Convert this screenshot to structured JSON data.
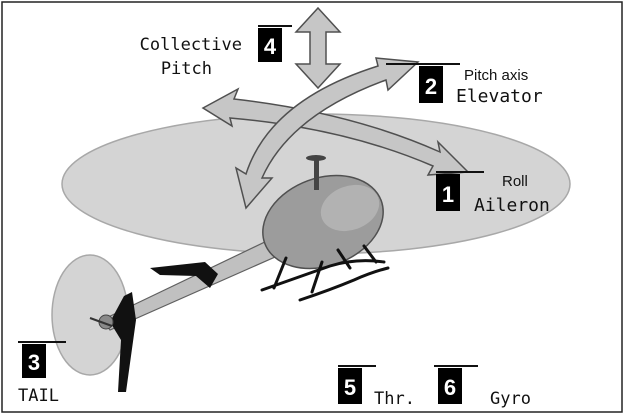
{
  "diagram": {
    "colors": {
      "background": "#ffffff",
      "frame": "#222222",
      "disc": "#d4d4d4",
      "disc_stroke": "#a8a8a8",
      "arrow_fill": "#c6c6c6",
      "arrow_stroke": "#505050",
      "body": "#9c9c9c",
      "dark": "#111111",
      "badge_bg": "#000000",
      "badge_text": "#ffffff"
    },
    "controls": [
      {
        "channel": "4",
        "line1": "Collective",
        "line2": "Pitch",
        "icon": "vertical-double-arrow-icon"
      },
      {
        "channel": "2",
        "line1": "Pitch axis",
        "line2": "Elevator",
        "icon": "curved-double-arrow-icon"
      },
      {
        "channel": "1",
        "line1": "Roll",
        "line2": "Aileron",
        "icon": "curved-double-arrow-icon"
      },
      {
        "channel": "3",
        "line1": "TAIL",
        "line2": "",
        "icon": "tail-rotor-icon"
      },
      {
        "channel": "5",
        "line1": "Thr.",
        "line2": "",
        "icon": "throttle-icon"
      },
      {
        "channel": "6",
        "line1": "Gyro",
        "line2": "",
        "icon": "gyro-icon"
      }
    ]
  }
}
